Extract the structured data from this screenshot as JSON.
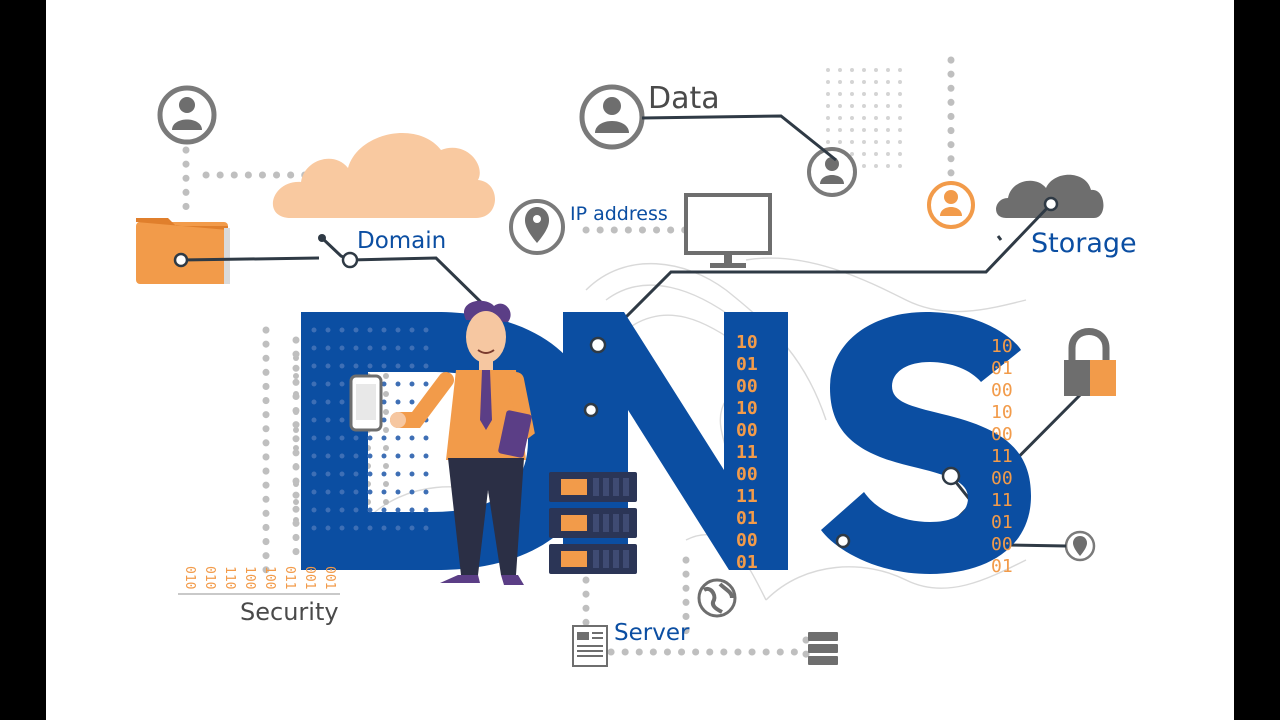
{
  "title": "DNS",
  "letters": [
    "D",
    "N",
    "S"
  ],
  "labels": {
    "domain": "Domain",
    "data": "Data",
    "ip_address": "IP address",
    "storage": "Storage",
    "security": "Security",
    "server": "Server"
  },
  "binary_center": [
    "10",
    "01",
    "00",
    "10",
    "00",
    "11",
    "00",
    "11",
    "01",
    "00",
    "01"
  ],
  "binary_right": [
    "10",
    "01",
    "00",
    "10",
    "00",
    "11",
    "00",
    "11",
    "01",
    "00",
    "01"
  ],
  "binary_security": [
    "010",
    "010",
    "110",
    "100",
    "100",
    "011",
    "001",
    "001"
  ],
  "colors": {
    "blue": "#0B4EA2",
    "orange": "#F29B4A",
    "light_orange": "#F9C9A0",
    "gray": "#7A7A7A",
    "light_gray": "#C9C9C9"
  },
  "icons": [
    "user-icon",
    "cloud-icon",
    "folder-icon",
    "location-pin-icon",
    "monitor-icon",
    "lock-icon",
    "server-rack-icon",
    "globe-icon",
    "document-icon",
    "smartphone-icon"
  ]
}
